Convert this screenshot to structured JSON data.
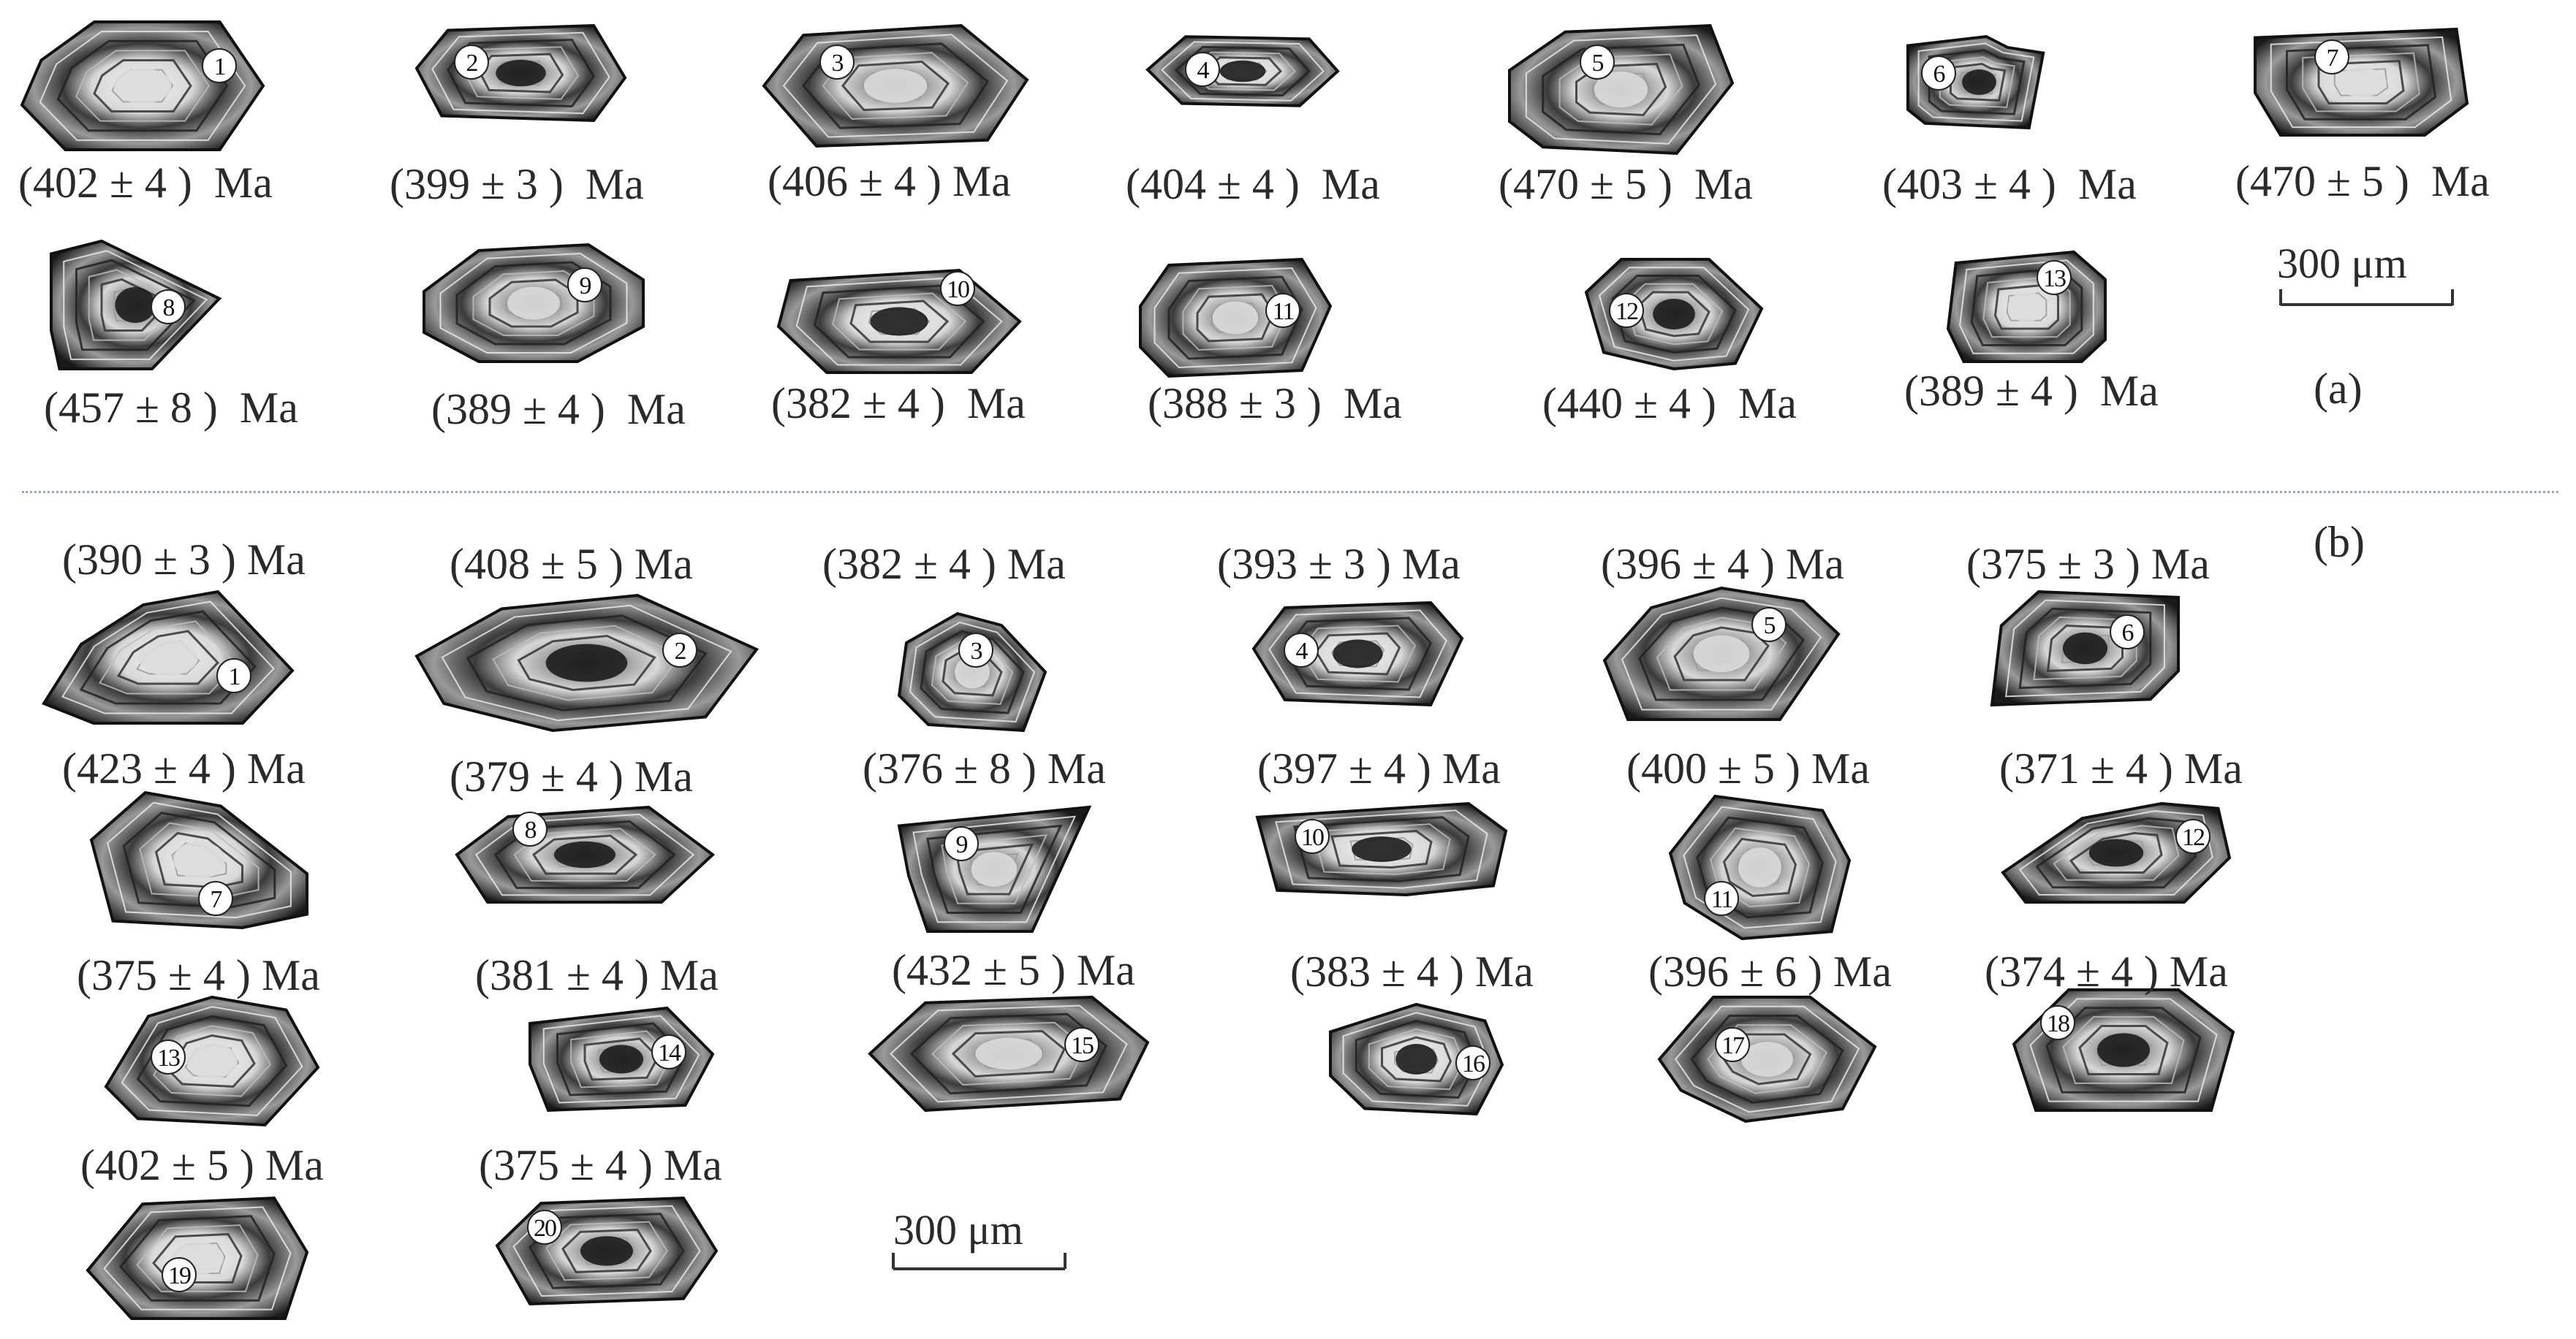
{
  "panel_a": {
    "label": "(a)",
    "scale_bar": "300 μm",
    "grains": [
      {
        "n": "1",
        "age": "(402 ± 4 )  Ma"
      },
      {
        "n": "2",
        "age": "(399 ± 3 )  Ma"
      },
      {
        "n": "3",
        "age": "(406 ± 4 ) Ma"
      },
      {
        "n": "4",
        "age": "(404 ± 4 )  Ma"
      },
      {
        "n": "5",
        "age": "(470 ± 5 )  Ma"
      },
      {
        "n": "6",
        "age": "(403 ± 4 )  Ma"
      },
      {
        "n": "7",
        "age": "(470 ± 5 )  Ma"
      },
      {
        "n": "8",
        "age": "(457 ± 8 )  Ma"
      },
      {
        "n": "9",
        "age": "(389 ± 4 )  Ma"
      },
      {
        "n": "10",
        "age": "(382 ± 4 )  Ma"
      },
      {
        "n": "11",
        "age": "(388 ± 3 )  Ma"
      },
      {
        "n": "12",
        "age": "(440 ± 4 )  Ma"
      },
      {
        "n": "13",
        "age": "(389 ± 4 )  Ma"
      }
    ]
  },
  "panel_b": {
    "label": "(b)",
    "scale_bar": "300 μm",
    "grains": [
      {
        "n": "1",
        "age": "(390 ± 3 ) Ma"
      },
      {
        "n": "2",
        "age": "(408 ± 5 ) Ma"
      },
      {
        "n": "3",
        "age": "(382 ± 4 ) Ma"
      },
      {
        "n": "4",
        "age": "(393 ± 3 ) Ma"
      },
      {
        "n": "5",
        "age": "(396 ± 4 ) Ma"
      },
      {
        "n": "6",
        "age": "(375 ± 3 ) Ma"
      },
      {
        "n": "7",
        "age": "(423 ± 4 ) Ma"
      },
      {
        "n": "8",
        "age": "(379 ± 4 ) Ma"
      },
      {
        "n": "9",
        "age": "(376 ± 8 ) Ma"
      },
      {
        "n": "10",
        "age": "(397 ± 4 ) Ma"
      },
      {
        "n": "11",
        "age": "(400 ± 5 ) Ma"
      },
      {
        "n": "12",
        "age": "(371 ± 4 ) Ma"
      },
      {
        "n": "13",
        "age": "(375 ± 4 ) Ma"
      },
      {
        "n": "14",
        "age": "(381 ± 4 ) Ma"
      },
      {
        "n": "15",
        "age": "(432 ± 5 ) Ma"
      },
      {
        "n": "16",
        "age": "(383 ± 4 ) Ma"
      },
      {
        "n": "17",
        "age": "(396 ± 6 ) Ma"
      },
      {
        "n": "18",
        "age": "(374 ± 4 ) Ma"
      },
      {
        "n": "19",
        "age": "(402 ± 5 ) Ma"
      },
      {
        "n": "20",
        "age": "(375 ± 4 ) Ma"
      }
    ]
  }
}
